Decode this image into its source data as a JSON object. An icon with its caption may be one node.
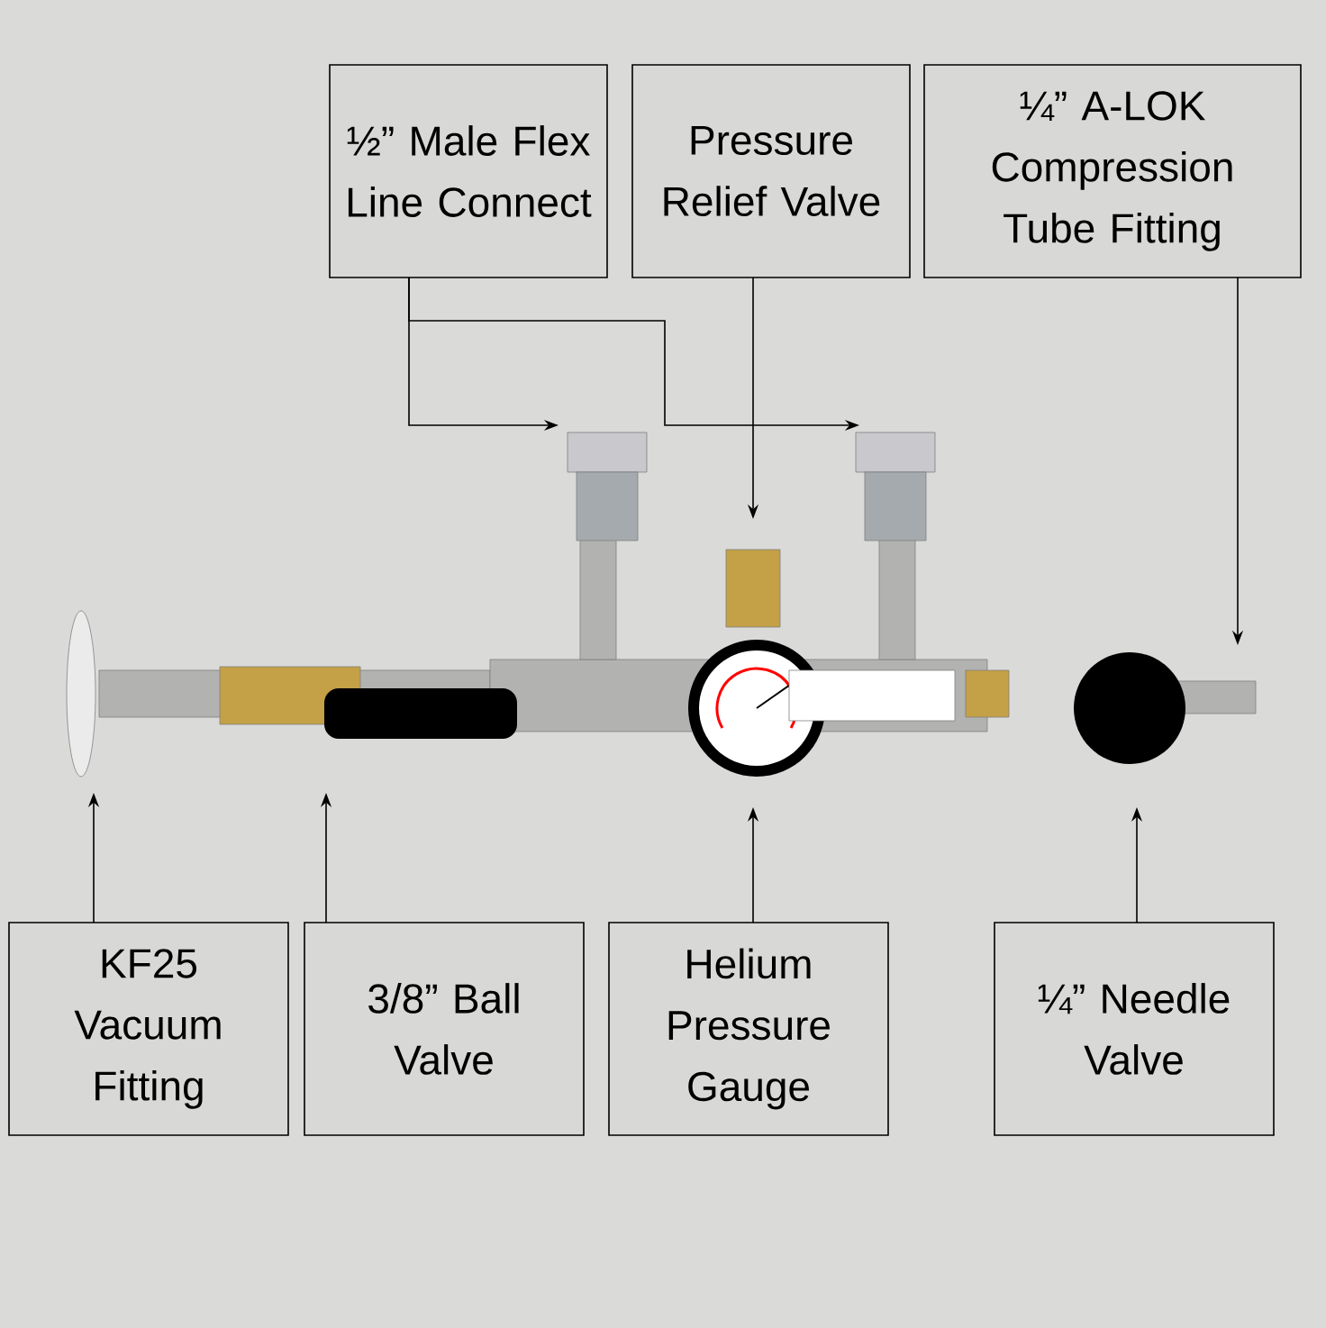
{
  "diagram": {
    "nodes": [
      {
        "text": [
          "½” Male Flex Line Connect"
        ]
      },
      {
        "text": [
          "Pressure Relief Valve"
        ]
      },
      {
        "text": [
          "¼” A-LOK Compression Tube Fitting"
        ]
      },
      {
        "text": [
          "KF25 Vacuum Fitting"
        ]
      },
      {
        "text": [
          "3/8” Ball Valve"
        ]
      },
      {
        "text": [
          "Helium Pressure Gauge"
        ]
      },
      {
        "text": [
          "¼” Needle Valve"
        ]
      }
    ],
    "edges": [
      {
        "from": 0,
        "to": null,
        "arrow": "to"
      },
      {
        "from": 0,
        "to": null,
        "arrow": "to"
      },
      {
        "from": 1,
        "to": null,
        "arrow": "to"
      },
      {
        "from": 2,
        "to": null,
        "arrow": "to"
      },
      {
        "from": 3,
        "to": null,
        "arrow": "to"
      },
      {
        "from": 4,
        "to": null,
        "arrow": "to"
      },
      {
        "from": 5,
        "to": null,
        "arrow": "to"
      },
      {
        "from": 6,
        "to": null,
        "arrow": "to"
      }
    ]
  }
}
